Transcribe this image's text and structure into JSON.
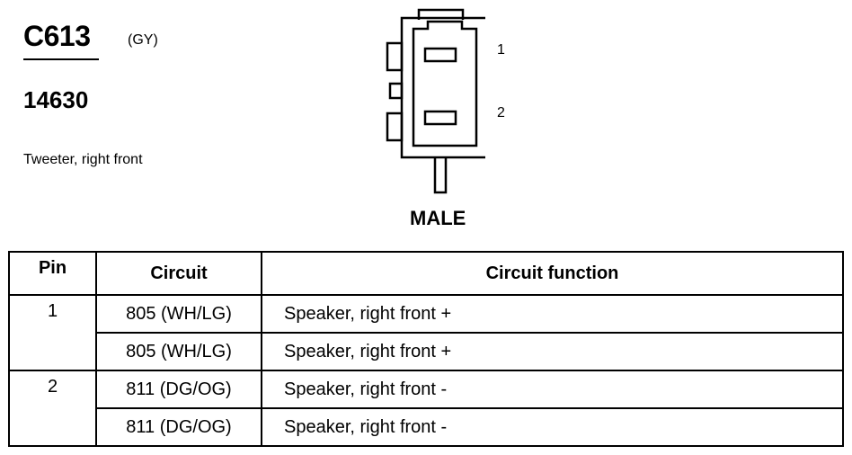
{
  "connector": {
    "id": "C613",
    "color_code": "(GY)",
    "part_number": "14630",
    "description": "Tweeter, right front",
    "gender": "MALE",
    "pin_labels": [
      "1",
      "2"
    ]
  },
  "table": {
    "headers": [
      "Pin",
      "Circuit",
      "Circuit function"
    ],
    "groups": [
      {
        "pin": "1",
        "rows": [
          {
            "circuit": "805 (WH/LG)",
            "function": "Speaker, right front +"
          },
          {
            "circuit": "805 (WH/LG)",
            "function": "Speaker, right front +"
          }
        ]
      },
      {
        "pin": "2",
        "rows": [
          {
            "circuit": "811 (DG/OG)",
            "function": "Speaker, right front -"
          },
          {
            "circuit": "811 (DG/OG)",
            "function": "Speaker, right front -"
          }
        ]
      }
    ]
  }
}
